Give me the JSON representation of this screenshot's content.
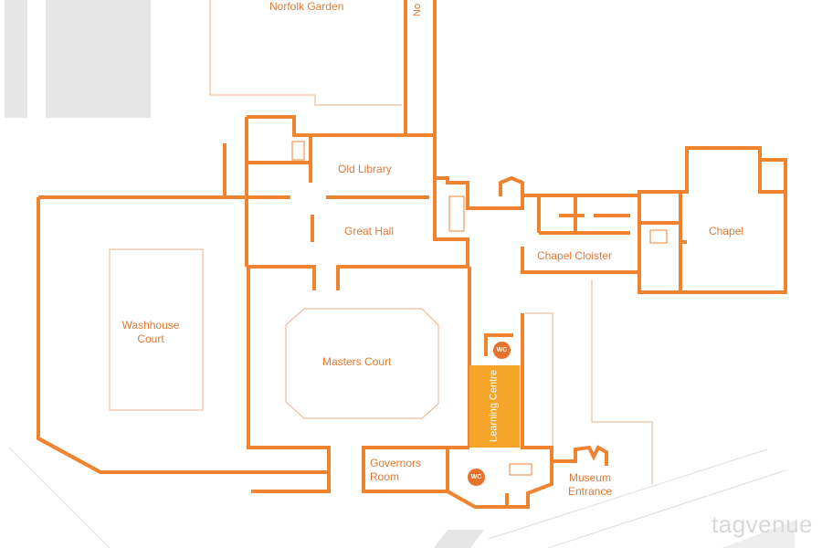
{
  "map": {
    "colors": {
      "wall": "#f0832f",
      "learning_centre": "#f5a62a",
      "thin_line": "#e9b08a",
      "grey_block": "#e6e6e6"
    },
    "rooms": {
      "norfolk_garden": "Norfolk Garden",
      "norfolk_truncated": "No",
      "old_library": "Old Library",
      "great_hall": "Great Hall",
      "chapel_cloister": "Chapel Cloister",
      "chapel": "Chapel",
      "washhouse_court": "Washhouse Court",
      "masters_court": "Masters Court",
      "learning_centre": "Learning Centre",
      "governors_room": "Governors Room",
      "museum_entrance": "Museum Entrance"
    },
    "wc_label": "WC",
    "watermark": "tagvenue"
  }
}
